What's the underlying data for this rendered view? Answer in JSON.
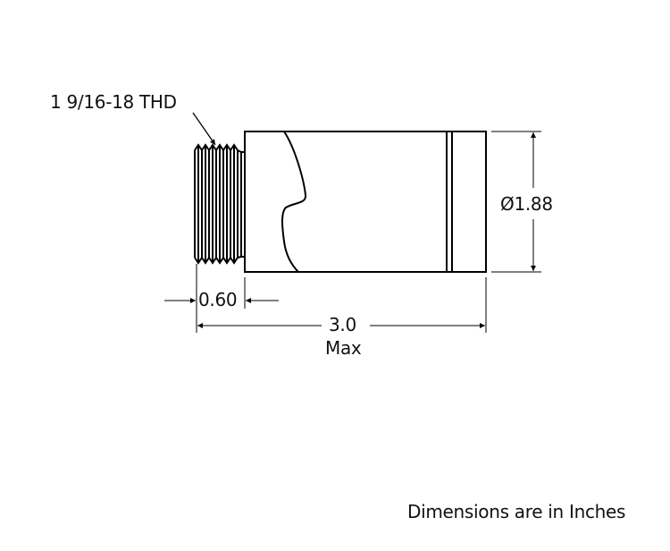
{
  "drawing": {
    "thread_callout": "1 9/16-18 THD",
    "diameter_label": "Ø1.88",
    "thread_length_label": "0.60",
    "overall_length_value": "3.0",
    "overall_length_qualifier": "Max",
    "units_note": "Dimensions are in Inches"
  },
  "colors": {
    "line": "#000000",
    "background": "#ffffff"
  }
}
